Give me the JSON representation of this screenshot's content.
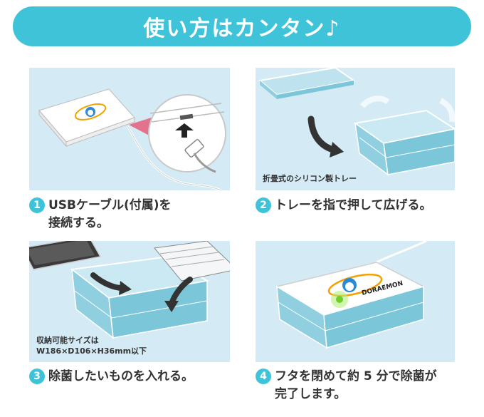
{
  "title": "使い方はカンタン♪",
  "colors": {
    "accent": "#3ec3d9",
    "panel_bg": "#d4eaf4",
    "tray": "#8fcfe0",
    "text": "#333333"
  },
  "logo_text": "DORAEMON",
  "steps": [
    {
      "number": "1",
      "line1": "USBケーブル(付属)を",
      "line2": "接続する。",
      "note": ""
    },
    {
      "number": "2",
      "line1": "トレーを指で押して広げる。",
      "line2": "",
      "note": "折畳式のシリコン製トレー"
    },
    {
      "number": "3",
      "line1": "除菌したいものを入れる。",
      "line2": "",
      "note_line1": "収納可能サイズは",
      "note_line2": "W186×D106×H36mm以下"
    },
    {
      "number": "4",
      "line1": "フタを閉めて約 5 分で除菌が",
      "line2": "完了します。",
      "note": ""
    }
  ]
}
